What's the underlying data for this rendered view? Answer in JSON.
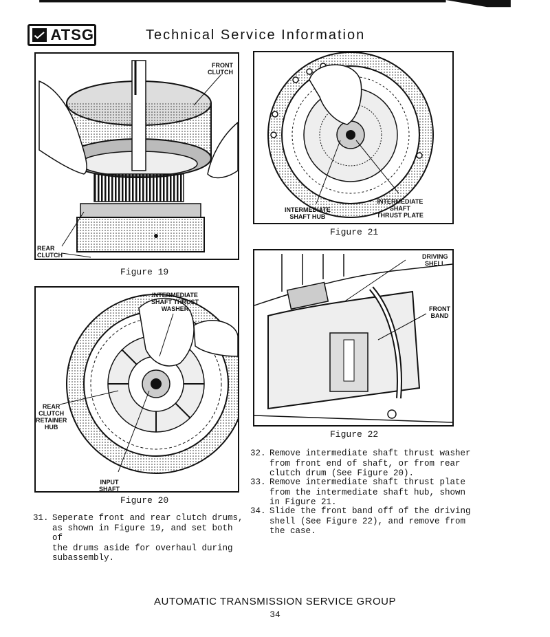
{
  "header": {
    "logo_text": "ATSG",
    "title": "Technical Service Information"
  },
  "figures": {
    "fig19": {
      "caption": "Figure 19",
      "labels": {
        "front_clutch": "FRONT\nCLUTCH",
        "rear_clutch": "REAR\nCLUTCH"
      }
    },
    "fig20": {
      "caption": "Figure 20",
      "labels": {
        "washer": "INTERMEDIATE\nSHAFT THRUST\nWASHER",
        "retainer": "REAR\nCLUTCH\nRETAINER\nHUB",
        "input_shaft": "INPUT\nSHAFT"
      }
    },
    "fig21": {
      "caption": "Figure 21",
      "labels": {
        "shaft_hub": "INTERMEDIATE\nSHAFT HUB",
        "thrust_plate": "INTERMEDIATE\nSHAFT\nTHRUST PLATE"
      }
    },
    "fig22": {
      "caption": "Figure 22",
      "labels": {
        "driving_shell": "DRIVING\nSHELL",
        "front_band": "FRONT\nBAND"
      }
    }
  },
  "steps": [
    {
      "num": "31.",
      "text": "Seperate front and rear clutch drums,\nas shown in Figure 19, and set both of\nthe drums aside for overhaul during\nsubassembly."
    },
    {
      "num": "32.",
      "text": "Remove intermediate shaft thrust washer\nfrom front end of shaft, or from rear\nclutch drum (See Figure 20)."
    },
    {
      "num": "33.",
      "text": "Remove intermediate shaft thrust plate\nfrom the intermediate shaft hub, shown\nin Figure 21."
    },
    {
      "num": "34.",
      "text": "Slide the front band off of the driving\nshell (See Figure 22), and remove from\nthe case."
    }
  ],
  "footer": {
    "org": "AUTOMATIC TRANSMISSION SERVICE GROUP",
    "page": "34"
  }
}
